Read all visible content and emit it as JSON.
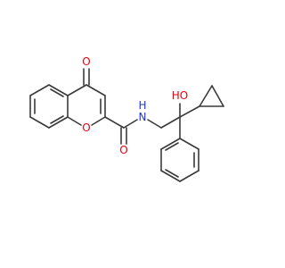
{
  "molecule": {
    "atoms": {
      "o_ketone": "O",
      "o_ring": "O",
      "o_amide": "O",
      "nh": "H",
      "n": "N",
      "ho": "HO"
    },
    "colors": {
      "bond": "#3a3a3a",
      "oxygen": "#e8000b",
      "nitrogen": "#2233cc",
      "hydrogen": "#2233cc"
    }
  }
}
